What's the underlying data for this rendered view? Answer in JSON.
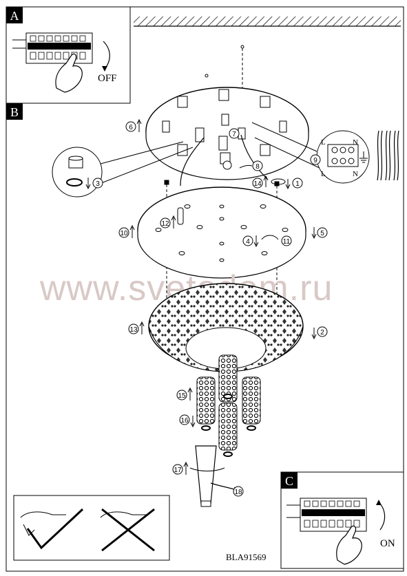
{
  "panels": {
    "a": {
      "letter": "A",
      "action": "OFF"
    },
    "b": {
      "letter": "B"
    },
    "c": {
      "letter": "C",
      "action": "ON"
    }
  },
  "terminal": {
    "l_top": "L",
    "n_top": "N",
    "l_bottom": "L",
    "n_bottom": "N"
  },
  "steps": [
    "1",
    "2",
    "3",
    "4",
    "5",
    "6",
    "7",
    "8",
    "9",
    "10",
    "11",
    "12",
    "13",
    "14",
    "15",
    "16",
    "17",
    "18"
  ],
  "watermark": "www.svetodom.ru",
  "model_code": "BLA91569"
}
